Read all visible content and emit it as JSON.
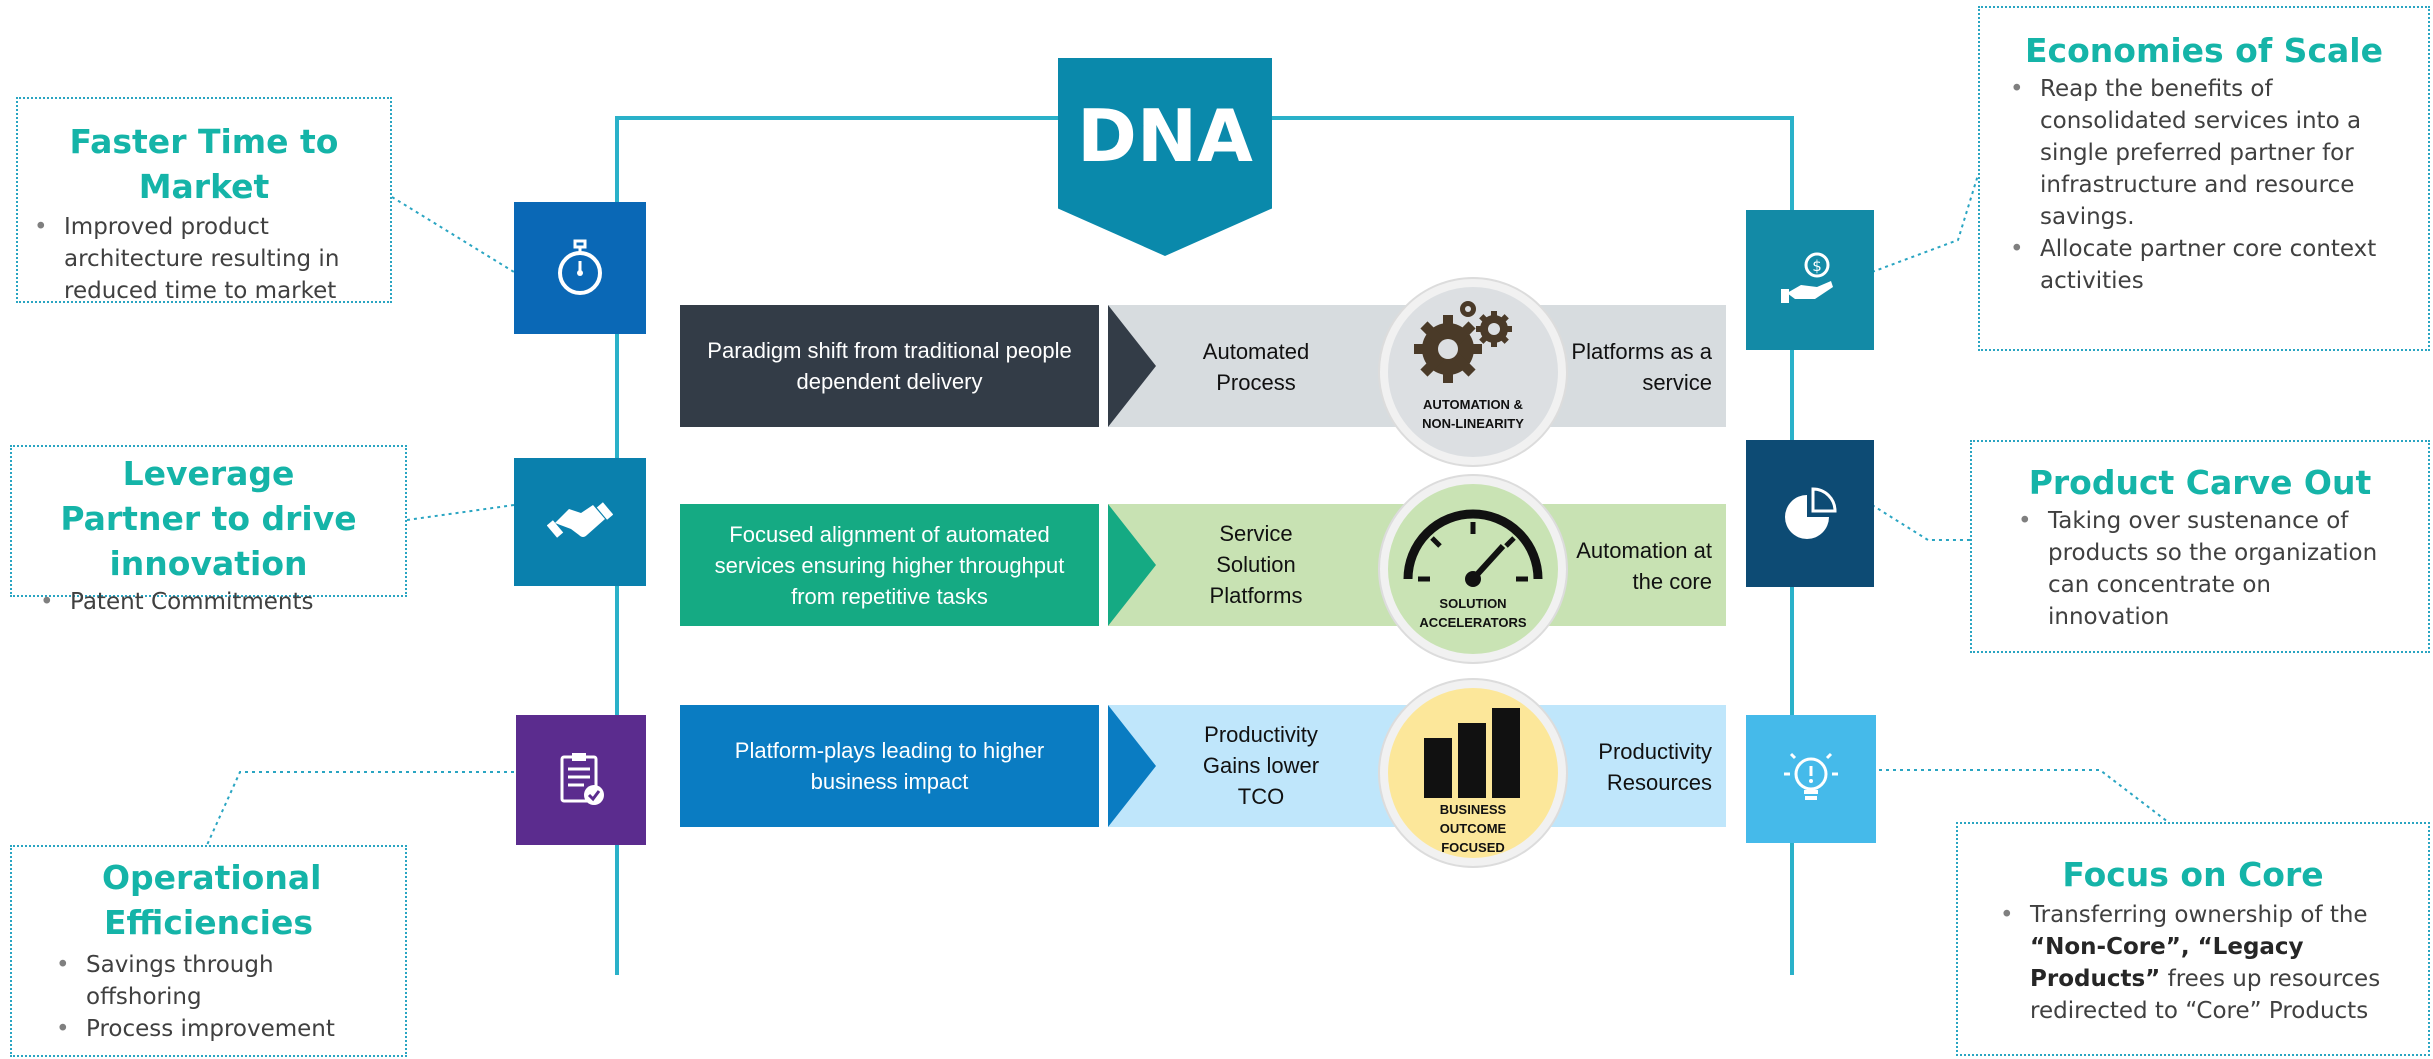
{
  "title": "DNA",
  "rows": [
    {
      "left_text": "Paradigm shift from traditional people dependent delivery",
      "mid_text": "Automated Process",
      "end_text": "Platforms as a service",
      "circle_label": "AUTOMATION & NON-LINEARITY"
    },
    {
      "left_text": "Focused alignment of automated services ensuring higher throughput from repetitive tasks",
      "mid_text": "Service Solution Platforms",
      "end_text": "Automation at the core",
      "circle_label": "SOLUTION ACCELERATORS"
    },
    {
      "left_text": "Platform-plays leading to higher business impact",
      "mid_text": "Productivity Gains lower TCO",
      "end_text": "Productivity Resources",
      "circle_label": "BUSINESS OUTCOME FOCUSED"
    }
  ],
  "boxes": {
    "faster_time": {
      "title": "Faster Time to Market",
      "bullets": [
        "Improved product architecture resulting in reduced time to market"
      ]
    },
    "leverage_partner": {
      "title": "Leverage Partner to drive innovation",
      "bullets": [
        "Patent Commitments"
      ]
    },
    "operational": {
      "title": "Operational Efficiencies",
      "bullets": [
        "Savings through offshoring",
        "Process improvement"
      ]
    },
    "economies": {
      "title": "Economies of Scale",
      "bullets": [
        "Reap the benefits of consolidated services into a single preferred partner for infrastructure and resource savings.",
        "Allocate partner core context activities"
      ]
    },
    "carve_out": {
      "title": "Product Carve Out",
      "bullets": [
        "Taking over sustenance of products so the organization can concentrate on innovation"
      ]
    },
    "focus_core": {
      "title": "Focus on Core",
      "bullet_intro": "Transferring ownership of the",
      "bullet_bold": "“Non-Core”, “Legacy Products”",
      "bullet_outro": "frees up resources redirected to “Core” Products"
    }
  },
  "icons": {
    "stopwatch": "stopwatch-icon",
    "handshake": "handshake-icon",
    "clipboard": "clipboard-check-icon",
    "money_hand": "money-hand-icon",
    "pie": "pie-chart-icon",
    "bulb": "lightbulb-icon",
    "gears": "gears-icon",
    "gauge": "gauge-icon",
    "bars": "bar-chart-icon"
  },
  "colors": {
    "teal_title": "#15b4a8",
    "frame": "#2ab1c9",
    "dna": "#0a89ab",
    "row1_dark": "#333c47",
    "row1_light": "#d7dcdf",
    "row2_dark": "#15aa83",
    "row2_light": "#c8e2b3",
    "row3_dark": "#0a7cc2",
    "row3_light": "#bfe6fb",
    "circle1": "#dcdfe2",
    "circle2": "#c9e3b4",
    "circle3": "#fce79a"
  }
}
